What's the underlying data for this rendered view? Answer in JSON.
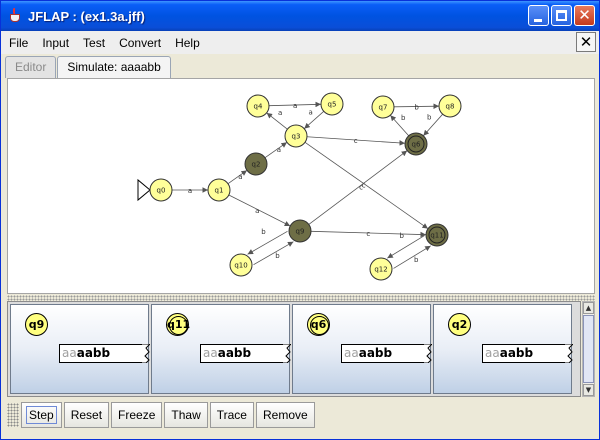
{
  "window": {
    "title": "JFLAP : (ex1.3a.jff)"
  },
  "menu": {
    "items": [
      "File",
      "Input",
      "Test",
      "Convert",
      "Help"
    ],
    "close_symbol": "✕"
  },
  "tabs": [
    {
      "label": "Editor",
      "active": false
    },
    {
      "label": "Simulate: aaaabb",
      "active": true
    }
  ],
  "automaton": {
    "states": [
      {
        "id": "q0",
        "initial": true,
        "final": false,
        "current": false
      },
      {
        "id": "q1",
        "initial": false,
        "final": false,
        "current": false
      },
      {
        "id": "q2",
        "initial": false,
        "final": false,
        "current": true
      },
      {
        "id": "q3",
        "initial": false,
        "final": false,
        "current": false
      },
      {
        "id": "q4",
        "initial": false,
        "final": false,
        "current": false
      },
      {
        "id": "q5",
        "initial": false,
        "final": false,
        "current": false
      },
      {
        "id": "q6",
        "initial": false,
        "final": true,
        "current": true
      },
      {
        "id": "q7",
        "initial": false,
        "final": false,
        "current": false
      },
      {
        "id": "q8",
        "initial": false,
        "final": false,
        "current": false
      },
      {
        "id": "q9",
        "initial": false,
        "final": false,
        "current": true
      },
      {
        "id": "q10",
        "initial": false,
        "final": false,
        "current": false
      },
      {
        "id": "q11",
        "initial": false,
        "final": true,
        "current": true
      },
      {
        "id": "q12",
        "initial": false,
        "final": false,
        "current": false
      }
    ],
    "transitions": [
      {
        "from": "q0",
        "to": "q1",
        "label": "a"
      },
      {
        "from": "q1",
        "to": "q2",
        "label": "a"
      },
      {
        "from": "q1",
        "to": "q9",
        "label": "a"
      },
      {
        "from": "q2",
        "to": "q3",
        "label": "a"
      },
      {
        "from": "q3",
        "to": "q4",
        "label": "a"
      },
      {
        "from": "q4",
        "to": "q5",
        "label": "a"
      },
      {
        "from": "q5",
        "to": "q3",
        "label": "a"
      },
      {
        "from": "q3",
        "to": "q6",
        "label": "c"
      },
      {
        "from": "q3",
        "to": "q11",
        "label": "c"
      },
      {
        "from": "q7",
        "to": "q8",
        "label": "b"
      },
      {
        "from": "q8",
        "to": "q6",
        "label": "b"
      },
      {
        "from": "q6",
        "to": "q7",
        "label": "b"
      },
      {
        "from": "q9",
        "to": "q6",
        "label": "c"
      },
      {
        "from": "q9",
        "to": "q11",
        "label": "c"
      },
      {
        "from": "q9",
        "to": "q10",
        "label": "b"
      },
      {
        "from": "q10",
        "to": "q9",
        "label": "b"
      },
      {
        "from": "q11",
        "to": "q12",
        "label": "b"
      },
      {
        "from": "q12",
        "to": "q11",
        "label": "b"
      }
    ],
    "colors": {
      "state_fill": "#ffff99",
      "current_fill": "#6e6e46",
      "edge": "#555555"
    }
  },
  "configurations": [
    {
      "state": "q9",
      "final": false,
      "read": "aa",
      "remaining": "aabb"
    },
    {
      "state": "q11",
      "final": true,
      "read": "aa",
      "remaining": "aabb"
    },
    {
      "state": "q6",
      "final": true,
      "read": "aa",
      "remaining": "aabb"
    },
    {
      "state": "q2",
      "final": false,
      "read": "aa",
      "remaining": "aabb"
    }
  ],
  "toolbar": {
    "buttons": [
      "Step",
      "Reset",
      "Freeze",
      "Thaw",
      "Trace",
      "Remove"
    ]
  }
}
